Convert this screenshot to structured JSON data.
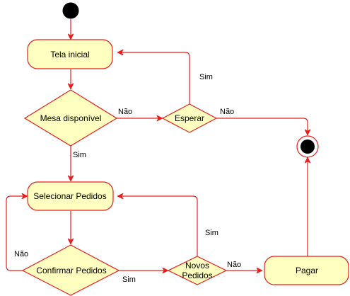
{
  "colors": {
    "stroke": "#e81e1e",
    "node_fill": "#ffffc0",
    "initial_fill": "#000000",
    "background": "#ffffff"
  },
  "nodes": {
    "tela_inicial": "Tela inicial",
    "mesa_disponivel": "Mesa disponível",
    "esperar": "Esperar",
    "selecionar_pedidos": "Selecionar Pedidos",
    "confirmar_pedidos": "Confirmar Pedidos",
    "novos_pedidos_line1": "Novos",
    "novos_pedidos_line2": "Pedidos",
    "pagar": "Pagar"
  },
  "edge_labels": {
    "mesa_nao": "Não",
    "mesa_sim": "Sim",
    "esperar_sim": "Sim",
    "esperar_nao": "Não",
    "confirmar_nao": "Não",
    "confirmar_sim": "Sim",
    "novos_sim": "Sim",
    "novos_nao": "Não"
  }
}
